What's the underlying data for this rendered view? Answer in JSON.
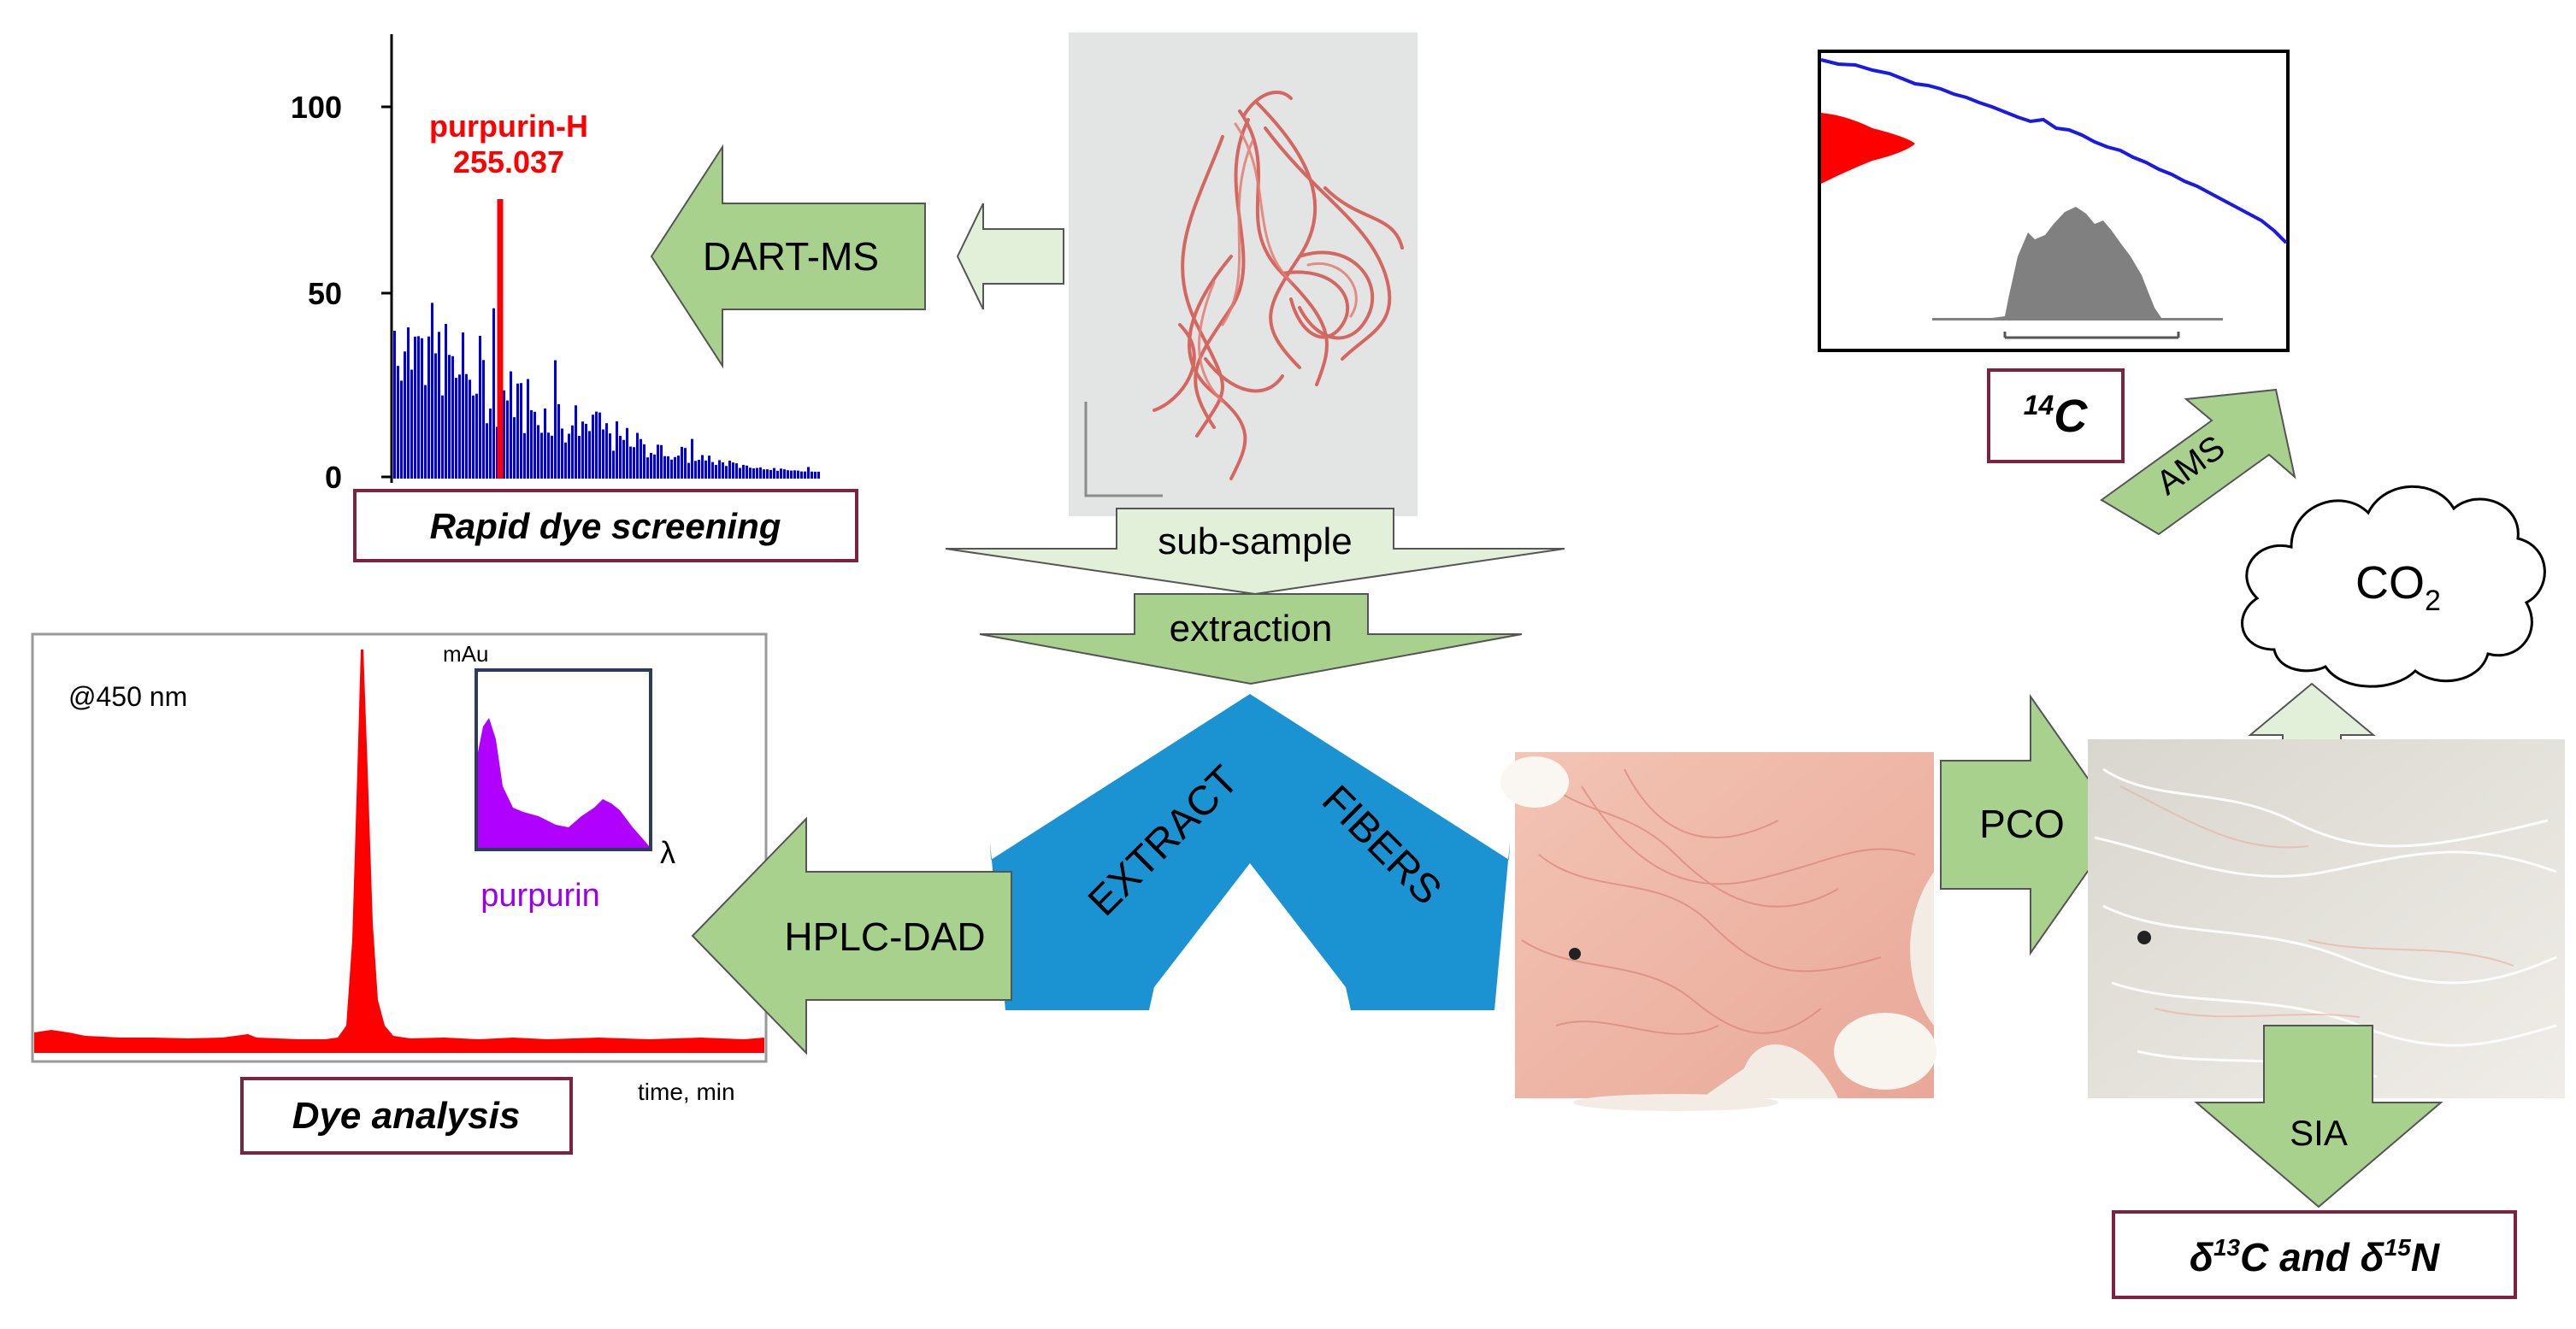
{
  "ms_chart": {
    "ticks": [
      "100",
      "50",
      "0"
    ],
    "peak_label": "purpurin-H",
    "peak_mz": "255.037",
    "caption": "Rapid dye screening"
  },
  "hplc_chart": {
    "wavelength": "@450 nm",
    "inset_unit": "mAu",
    "inset_axis": "λ",
    "inset_label": "purpurin",
    "x_label": "time, min",
    "caption": "Dye analysis"
  },
  "c14_chart": {
    "caption_main": "C",
    "caption_sup": "14"
  },
  "flow": {
    "sub_sample": "sub-sample",
    "extraction": "extraction",
    "extract": "EXTRACT",
    "fibers": "FIBERS",
    "dart_ms": "DART-MS",
    "hplc_dad": "HPLC-DAD",
    "pco": "PCO",
    "ams": "AMS",
    "sia": "SIA",
    "co2_main": "CO",
    "co2_sub": "2"
  },
  "isotope_caption": {
    "d": "δ",
    "c_sup": "13",
    "c_text": "C and ",
    "d2": "δ",
    "n_sup": "15",
    "n_text": "N"
  },
  "colors": {
    "arrow_green_light": "#e2f0d9",
    "arrow_green": "#a9d18e",
    "arrow_blue": "#1b93d2",
    "caption_border": "#7b2341",
    "ms_blue": "#0000e6",
    "peak_red": "#ff0000",
    "inset_purple": "#b000ff"
  }
}
